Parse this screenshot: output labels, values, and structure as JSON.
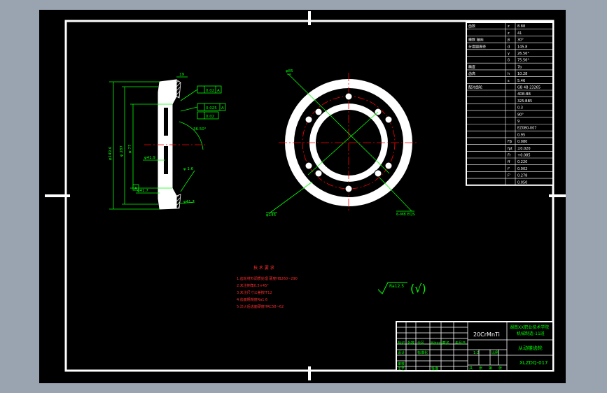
{
  "colors": {
    "background": "#9aa4b1",
    "paper": "#000000",
    "frame": "#ffffff",
    "dimension": "#00ff00",
    "center_line": "#ff0000",
    "text_red": "#ff3030",
    "text_white": "#ffffff"
  },
  "side_view": {
    "dims": [
      "φ149.6",
      "φ 287",
      "φ 77",
      "φ41.9",
      "φ41.7",
      "φ 1.6"
    ],
    "angle": "36.50°",
    "tolerances": [
      "0.02",
      "A",
      "0.025",
      "A",
      "0.02"
    ],
    "datum": "A",
    "top_dim": "19"
  },
  "front_view": {
    "hole_label": "φ85",
    "bore_label": "φ145",
    "thread_label": "6-M8 EQS"
  },
  "tech_requirements": {
    "title": "技 术 要 求",
    "lines": [
      "1.齿轮材料调质处理 硬度HB260~290",
      "2.未注倒角0.5×45°",
      "3.未注尺寸公差按IT12",
      "4.齿面粗糙度Ra1.6",
      "5.淬火后齿面硬度HRC58~62"
    ]
  },
  "roughness": {
    "value": "Ra12.5",
    "paren": "(√)"
  },
  "param_table": {
    "rows": [
      [
        "齿数",
        "z",
        "8.88"
      ],
      [
        "",
        "z",
        "41"
      ],
      [
        "模数 轴向",
        "β",
        "30°"
      ],
      [
        "分度圆直径",
        "d",
        "145.8"
      ],
      [
        "",
        "γ",
        "26.56°"
      ],
      [
        "",
        "δ",
        "75.56°"
      ],
      [
        "精度",
        "",
        "7b"
      ],
      [
        "齿高",
        "h",
        "10.28"
      ],
      [
        "",
        "s",
        "5.46"
      ],
      [
        "配对齿轮",
        "",
        "GB 4B 23265"
      ],
      [
        "",
        "",
        "4DB-BB"
      ],
      [
        "",
        "",
        "325-BB5"
      ],
      [
        "",
        "",
        "0.3"
      ],
      [
        "",
        "",
        "90°"
      ],
      [
        "",
        "",
        "9"
      ],
      [
        "",
        "",
        "EZ080-007"
      ],
      [
        "",
        "",
        "0.95"
      ],
      [
        "",
        "Fβ",
        "0.080"
      ],
      [
        "",
        "fpt",
        "±0.020"
      ],
      [
        "",
        "Fr",
        "+0.085"
      ],
      [
        "",
        "ff",
        "0.220"
      ],
      [
        "",
        "f'",
        "0.002"
      ],
      [
        "",
        "F'",
        "0.278"
      ],
      [
        "",
        "",
        "0.050"
      ]
    ]
  },
  "title_block": {
    "material": "20CrMnTi",
    "org_line1": "湖南XX职业技术学院",
    "org_line2": "机械制造-11班",
    "part_name": "从动锥齿轮",
    "drawing_no": "XLZDQ-017",
    "header_cells": [
      "标记",
      "处数",
      "分区",
      "更改文件号",
      "签名",
      "年月日"
    ],
    "small_cells": [
      "设计",
      "审核",
      "工艺",
      "批准",
      "标准化"
    ],
    "scale_label": "1:2",
    "weight_label": "比例",
    "sheet_cells": [
      "共",
      "张",
      "第",
      "张"
    ]
  }
}
